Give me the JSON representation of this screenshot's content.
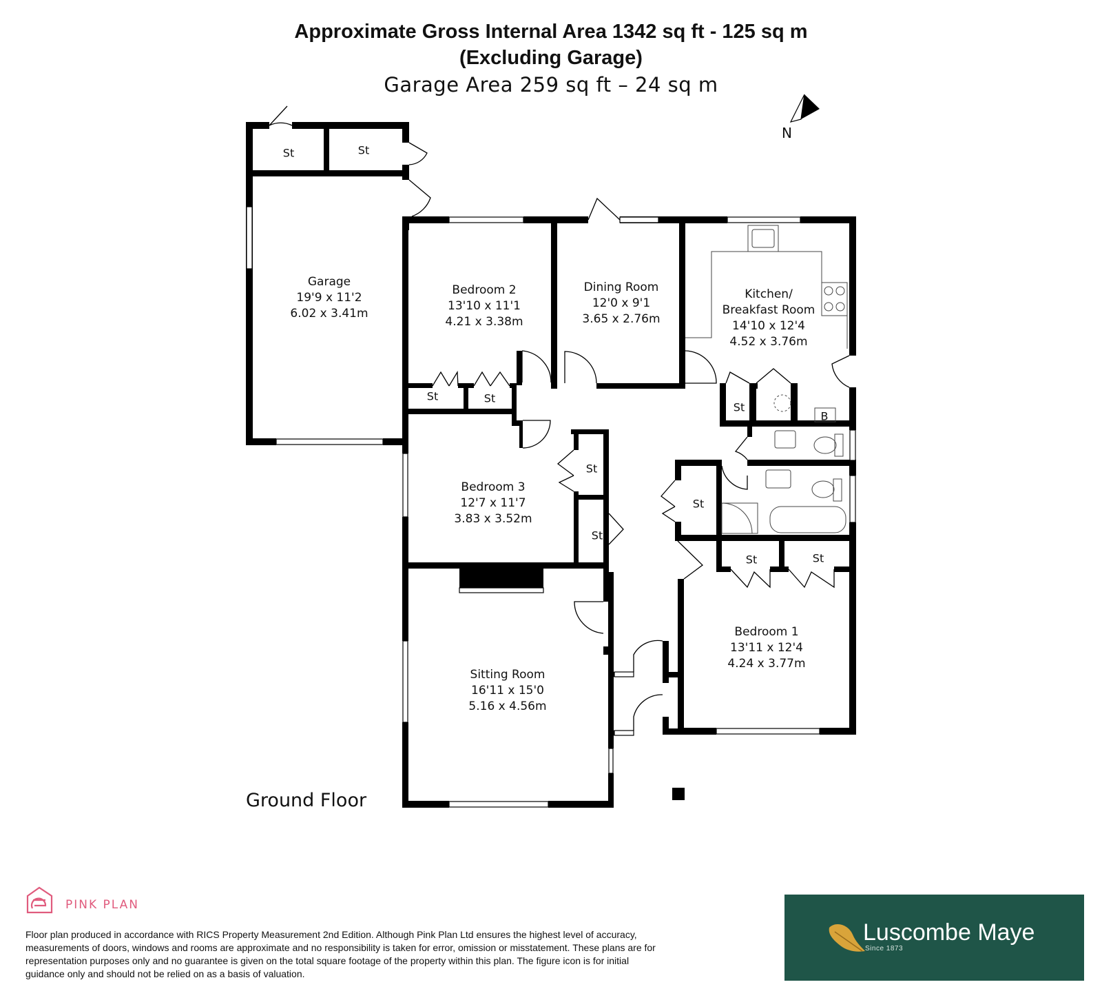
{
  "header": {
    "line1": "Approximate Gross Internal Area 1342 sq ft - 125 sq m",
    "line2": "(Excluding Garage)",
    "line3": "Garage Area 259 sq ft – 24 sq m"
  },
  "compass": {
    "label": "N"
  },
  "floor_label": "Ground Floor",
  "rooms": {
    "garage": {
      "name": "Garage",
      "imperial": "19'9 x 11'2",
      "metric": "6.02 x 3.41m"
    },
    "bedroom2": {
      "name": "Bedroom 2",
      "imperial": "13'10 x 11'1",
      "metric": "4.21 x 3.38m"
    },
    "dining": {
      "name": "Dining Room",
      "imperial": "12'0 x 9'1",
      "metric": "3.65 x 2.76m"
    },
    "kitchen": {
      "name1": "Kitchen/",
      "name2": "Breakfast Room",
      "imperial": "14'10 x 12'4",
      "metric": "4.52 x 3.76m"
    },
    "bedroom3": {
      "name": "Bedroom 3",
      "imperial": "12'7 x 11'7",
      "metric": "3.83 x 3.52m"
    },
    "sitting": {
      "name": "Sitting Room",
      "imperial": "16'11 x 15'0",
      "metric": "5.16 x 4.56m"
    },
    "bedroom1": {
      "name": "Bedroom 1",
      "imperial": "13'11 x 12'4",
      "metric": "4.24 x 3.77m"
    }
  },
  "store_label": "St",
  "boiler_label": "B",
  "footer": {
    "brand": "PINK PLAN",
    "disclaimer": "Floor plan produced in accordance with RICS Property Measurement 2nd Edition. Although Pink Plan Ltd ensures the highest level of accuracy, measurements of doors, windows and rooms are approximate and no responsibility is taken for error, omission or misstatement. These plans are for representation purposes only and no guarantee is given on the total square footage of the property within this plan. The figure icon is for initial guidance only and should not be relied on as a basis of valuation.",
    "agent_name": "Luscombe Maye",
    "agent_since": "Since 1873"
  },
  "colors": {
    "wall": "#000000",
    "pinkplan": "#e05b7d",
    "agent_bg": "#1f5548",
    "leaf": "#d9a43a"
  },
  "icons": [
    "north-arrow-icon",
    "pink-plan-logo-icon",
    "oak-leaf-icon"
  ]
}
